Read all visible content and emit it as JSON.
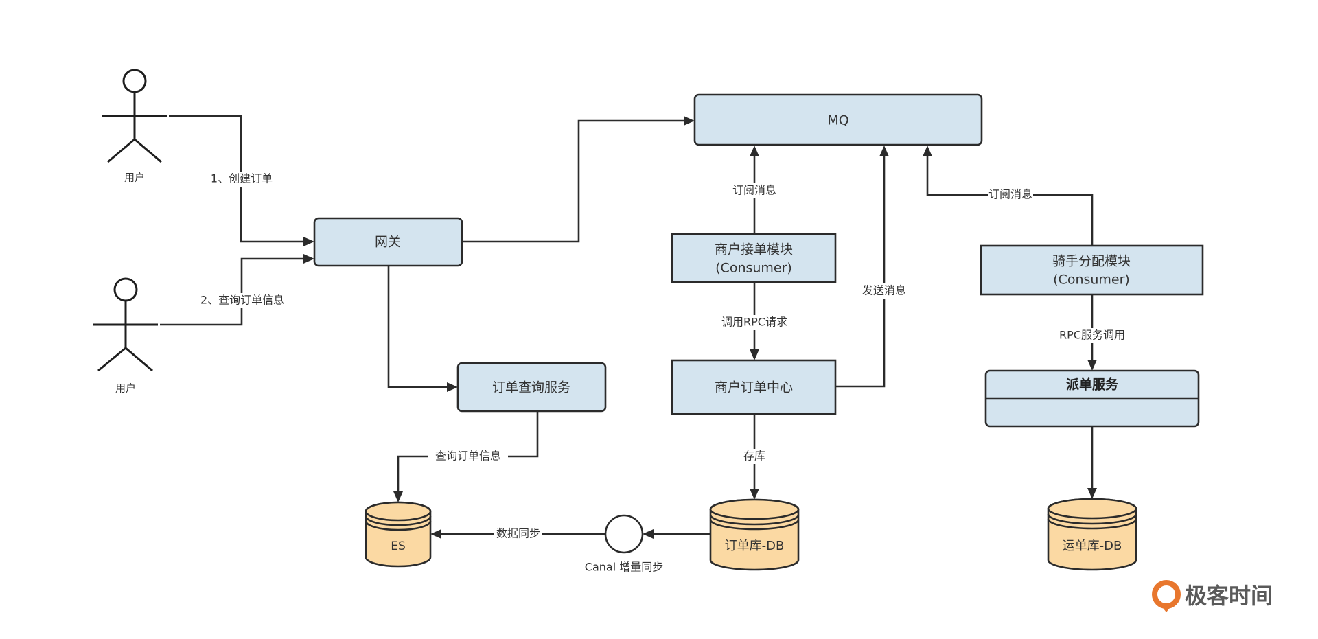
{
  "actors": [
    {
      "id": "user1",
      "label": "用户"
    },
    {
      "id": "user2",
      "label": "用户"
    }
  ],
  "nodes": {
    "gateway": "网关",
    "mq": "MQ",
    "merchant_accept": [
      "商户接单模块",
      "(Consumer)"
    ],
    "merchant_order_center": "商户订单中心",
    "rider_assign": [
      "骑手分配模块",
      "(Consumer)"
    ],
    "dispatch_service": "派单服务",
    "order_query_service": "订单查询服务",
    "es": "ES",
    "order_db": "订单库-DB",
    "waybill_db": "运单库-DB",
    "canal": "Canal 增量同步"
  },
  "edges": {
    "create_order": "1、创建订单",
    "query_order": "2、查询订单信息",
    "merchant_subscribe": "订阅消息",
    "rider_subscribe": "订阅消息",
    "send_message": "发送消息",
    "call_rpc": "调用RPC请求",
    "rpc_service_call": "RPC服务调用",
    "store": "存库",
    "query_order_info": "查询订单信息",
    "data_sync": "数据同步"
  },
  "logo": {
    "text": "极客时间",
    "color": "#e8772e"
  },
  "colors": {
    "box_fill": "#d4e4ef",
    "db_fill": "#fbd9a3",
    "stroke": "#2b2b2b"
  }
}
